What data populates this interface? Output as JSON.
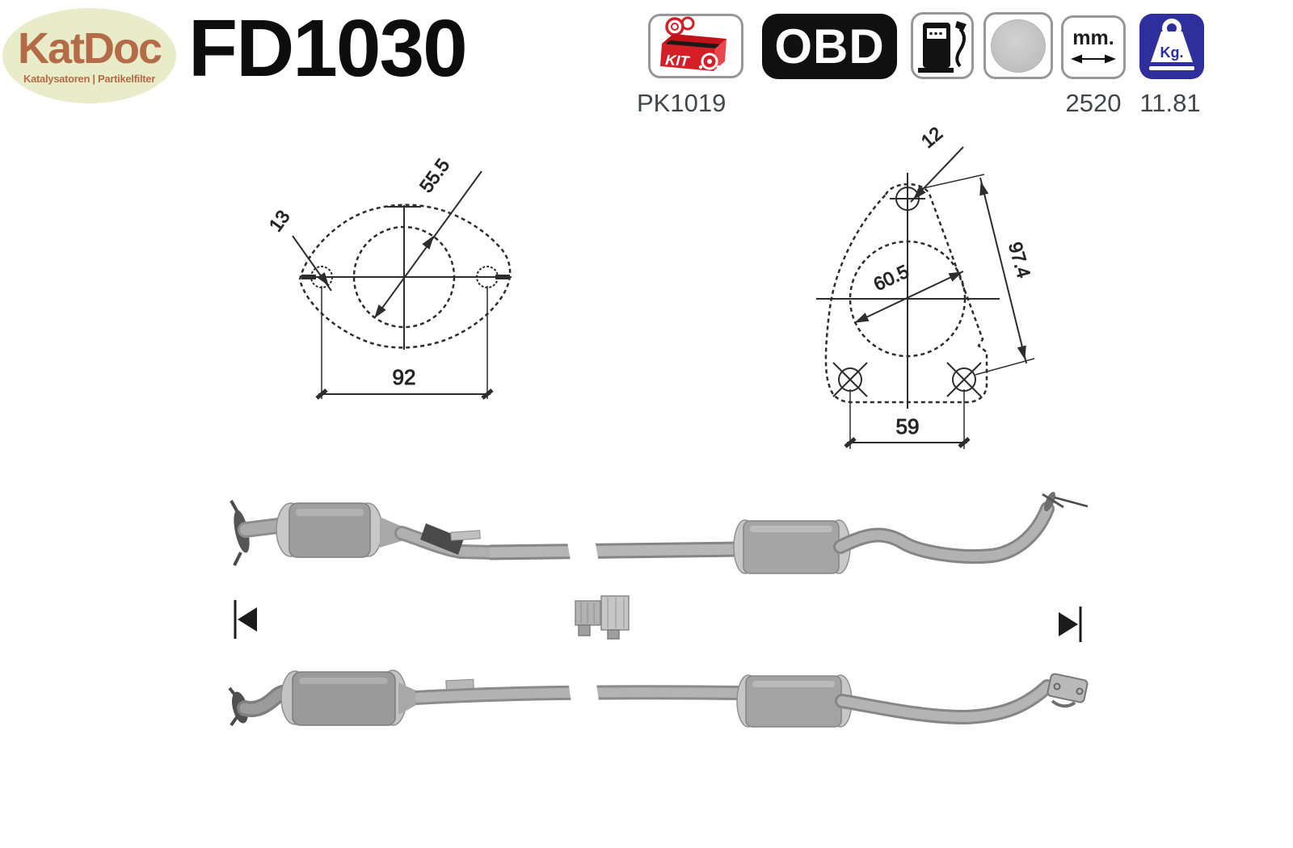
{
  "brand": {
    "name": "KatDoc",
    "tagline": "Katalysatoren | Partikelfilter"
  },
  "part_number": "FD1030",
  "badges": {
    "kit_label": "KIT",
    "kit_code": "PK1019",
    "obd_label": "OBD",
    "fuel_icon": "fuel-pump-icon",
    "substrate_icon": "ceramic-disc-icon",
    "mm_label": "mm.",
    "length_value": "2520",
    "kg_label": "Kg.",
    "weight_value": "11.81"
  },
  "inlet_flange": {
    "bore": "55.5",
    "hole": "13",
    "spacing": "92"
  },
  "outlet_flange": {
    "hole": "12",
    "bore": "60.5",
    "diagonal": "97.4",
    "spacing": "59"
  },
  "colors": {
    "brand_bg": "#e9ecc8",
    "brand_text": "#b46c48",
    "part_text": "#0d0d0d",
    "code_text": "#41464b",
    "obd_bg": "#101010",
    "kg_bg": "#2e2f9d",
    "kit_red": "#d41f26",
    "drawing_line": "#2d2d2d",
    "metal_body": "#9e9e9e",
    "metal_cap": "#c8c8c8",
    "pipe_light": "#b6b6b6",
    "pipe_dark": "#858585"
  }
}
